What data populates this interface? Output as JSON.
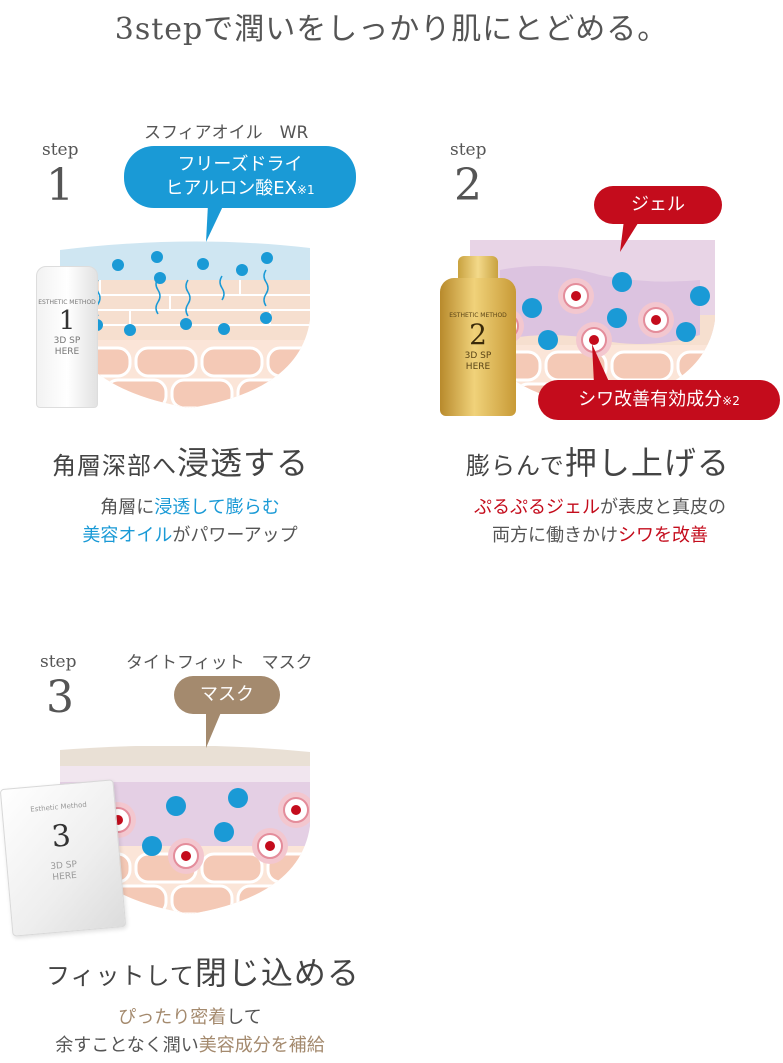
{
  "title": "3stepで潤いをしっかり肌にとどめる。",
  "colors": {
    "blue": "#1a9ad6",
    "red": "#c40c1c",
    "brown": "#a48a6e"
  },
  "step1": {
    "step_word": "step",
    "step_number": "1",
    "product_name": "スフィアオイル　WR",
    "bubble_line1": "フリーズドライ",
    "bubble_line2": "ヒアルロン酸EX",
    "bubble_note": "※1",
    "package_brand": "ESTHETIC METHOD",
    "package_number": "1",
    "package_logo": "3D SPHERE",
    "heading_small": "角層深部へ",
    "heading_big": "浸透する",
    "desc_line1_a": "角層に",
    "desc_line1_b": "浸透して膨らむ",
    "desc_line2_a": "美容オイル",
    "desc_line2_b": "がパワーアップ"
  },
  "step2": {
    "step_word": "step",
    "step_number": "2",
    "bubble_top": "ジェル",
    "bubble_bottom": "シワ改善有効成分",
    "bubble_note": "※2",
    "package_brand": "ESTHETIC METHOD",
    "package_number": "2",
    "package_logo": "3D SPHERE",
    "heading_small": "膨らんで",
    "heading_big": "押し上げる",
    "desc_line1_a": "ぷるぷるジェル",
    "desc_line1_b": "が表皮と真皮の",
    "desc_line2_a": "両方に働きかけ",
    "desc_line2_b": "シワを改善"
  },
  "step3": {
    "step_word": "step",
    "step_number": "3",
    "product_name": "タイトフィット　マスク",
    "bubble": "マスク",
    "package_brand": "Esthetic Method",
    "package_number": "3",
    "package_logo": "3D SPHERE",
    "heading_small": "フィットして",
    "heading_big": "閉じ込める",
    "desc_line1_a": "ぴったり密着",
    "desc_line1_b": "して",
    "desc_line2_a": "余すことなく潤い",
    "desc_line2_b": "美容成分を補給"
  }
}
